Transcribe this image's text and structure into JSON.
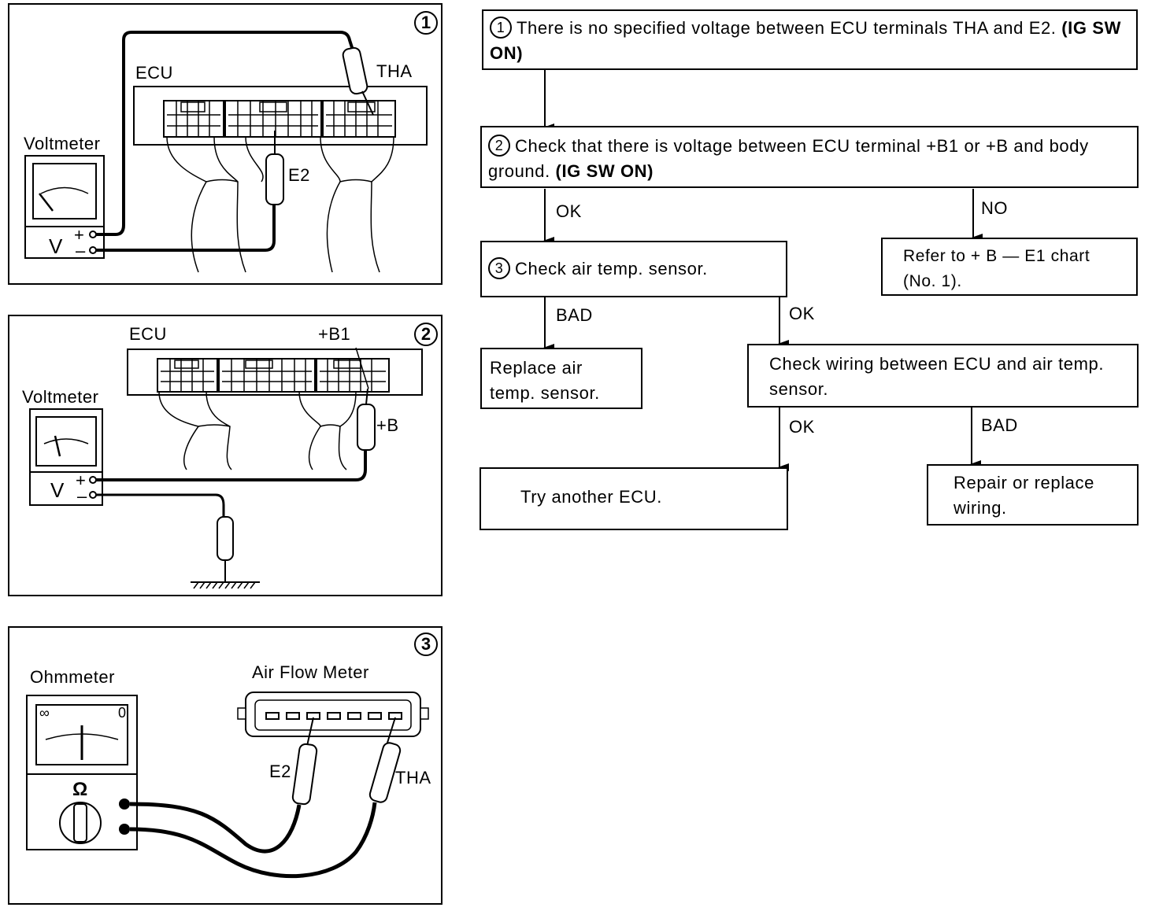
{
  "panel1": {
    "number": "1",
    "ecu_label": "ECU",
    "tha_label": "THA",
    "e2_label": "E2",
    "meter_label": "Voltmeter",
    "meter_symbol": "V",
    "plus": "+",
    "minus": "–"
  },
  "panel2": {
    "number": "2",
    "ecu_label": "ECU",
    "b1_label": "+B1",
    "b_label": "+B",
    "meter_label": "Voltmeter",
    "meter_symbol": "V",
    "plus": "+",
    "minus": "–"
  },
  "panel3": {
    "number": "3",
    "meter_label": "Ohmmeter",
    "afm_label": "Air Flow Meter",
    "e2_label": "E2",
    "tha_label": "THA",
    "infinity": "∞",
    "zero": "0",
    "omega": "Ω"
  },
  "flow": {
    "step1": {
      "num": "1",
      "text": "There is no specified voltage between ECU terminals THA and E2.",
      "bold": "(IG SW ON)"
    },
    "step2": {
      "num": "2",
      "text": "Check that there is voltage between ECU terminal +B1 or +B and body ground.",
      "bold": "(IG SW ON)"
    },
    "step3": {
      "num": "3",
      "text": "Check air temp. sensor."
    },
    "refer": "Refer to + B — E1 chart (No. 1).",
    "replace_sensor": "Replace air temp. sensor.",
    "check_wiring": "Check wiring between ECU and air temp. sensor.",
    "try_ecu": "Try another ECU.",
    "repair_wiring": "Repair or replace wiring.",
    "label_ok_2": "OK",
    "label_no_2": "NO",
    "label_bad_3": "BAD",
    "label_ok_3": "OK",
    "label_ok_w": "OK",
    "label_bad_w": "BAD"
  }
}
